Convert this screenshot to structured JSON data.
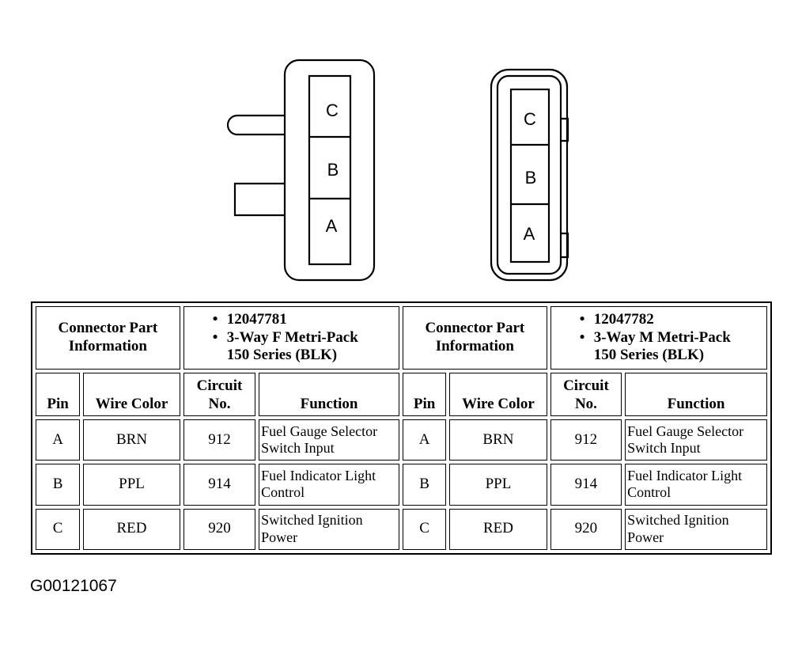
{
  "connectors": [
    {
      "pins": [
        "C",
        "B",
        "A"
      ]
    },
    {
      "pins": [
        "C",
        "B",
        "A"
      ]
    }
  ],
  "sides": [
    {
      "info_label": "Connector Part Information",
      "part_lines": [
        "12047781",
        "3-Way F Metri-Pack",
        "150 Series (BLK)"
      ],
      "columns": [
        "Pin",
        "Wire Color",
        "Circuit No.",
        "Function"
      ],
      "rows": [
        {
          "pin": "A",
          "color": "BRN",
          "circuit": "912",
          "function": "Fuel Gauge Selector Switch Input"
        },
        {
          "pin": "B",
          "color": "PPL",
          "circuit": "914",
          "function": "Fuel Indicator Light Control"
        },
        {
          "pin": "C",
          "color": "RED",
          "circuit": "920",
          "function": "Switched Ignition Power"
        }
      ]
    },
    {
      "info_label": "Connector Part Information",
      "part_lines": [
        "12047782",
        "3-Way M Metri-Pack",
        "150 Series (BLK)"
      ],
      "columns": [
        "Pin",
        "Wire Color",
        "Circuit No.",
        "Function"
      ],
      "rows": [
        {
          "pin": "A",
          "color": "BRN",
          "circuit": "912",
          "function": "Fuel Gauge Selector Switch Input"
        },
        {
          "pin": "B",
          "color": "PPL",
          "circuit": "914",
          "function": "Fuel Indicator Light Control"
        },
        {
          "pin": "C",
          "color": "RED",
          "circuit": "920",
          "function": "Switched Ignition Power"
        }
      ]
    }
  ],
  "figure_id": "G00121067"
}
